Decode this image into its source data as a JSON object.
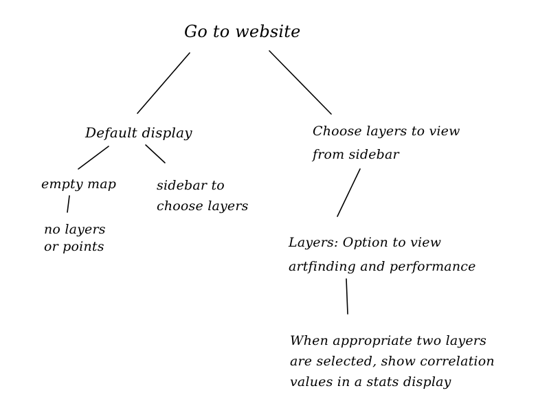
{
  "diagram": {
    "line_color": "#000000",
    "background": "#ffffff",
    "nodes": {
      "root": [
        "Go to website"
      ],
      "default_display": [
        "Default display"
      ],
      "choose_layers": [
        "Choose layers to view",
        "from sidebar"
      ],
      "empty_map": [
        "empty map"
      ],
      "sidebar": [
        "sidebar to",
        "choose layers"
      ],
      "no_layers": [
        "no layers",
        "or points"
      ],
      "layer_options": [
        "Layers: Option to view",
        "artfinding and performance"
      ],
      "correlation": [
        "When appropriate two layers",
        "are selected, show correlation",
        "values in a stats display"
      ]
    }
  }
}
